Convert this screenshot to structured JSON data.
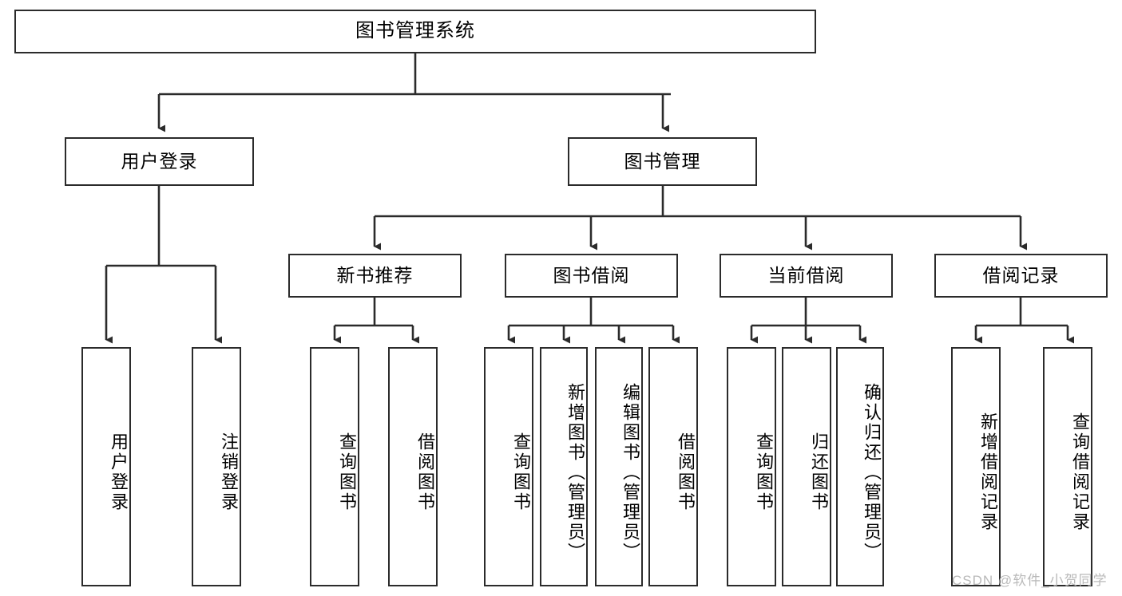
{
  "diagram": {
    "title": "图书管理系统",
    "type": "tree-hierarchy",
    "stroke_color": "#2b2b2b",
    "background_color": "#ffffff",
    "root": {
      "label": "图书管理系统"
    },
    "level2": [
      {
        "id": "user-login",
        "label": "用户登录"
      },
      {
        "id": "book-management",
        "label": "图书管理"
      }
    ],
    "level3": [
      {
        "id": "new-book-recommend",
        "label": "新书推荐",
        "parent": "book-management"
      },
      {
        "id": "book-borrow",
        "label": "图书借阅",
        "parent": "book-management"
      },
      {
        "id": "current-borrow",
        "label": "当前借阅",
        "parent": "book-management"
      },
      {
        "id": "borrow-record",
        "label": "借阅记录",
        "parent": "book-management"
      }
    ],
    "leaves": {
      "user-login": [
        {
          "id": "leaf-user-login",
          "label": "用户登录"
        },
        {
          "id": "leaf-user-logout",
          "label": "注销登录"
        }
      ],
      "new-book-recommend": [
        {
          "id": "leaf-query-book-1",
          "label": "查询图书"
        },
        {
          "id": "leaf-borrow-book-1",
          "label": "借阅图书"
        }
      ],
      "book-borrow": [
        {
          "id": "leaf-query-book-2",
          "label": "查询图书"
        },
        {
          "id": "leaf-add-book",
          "label": "新增图书（管理员）"
        },
        {
          "id": "leaf-edit-book",
          "label": "编辑图书（管理员）"
        },
        {
          "id": "leaf-borrow-book-2",
          "label": "借阅图书"
        }
      ],
      "current-borrow": [
        {
          "id": "leaf-query-book-3",
          "label": "查询图书"
        },
        {
          "id": "leaf-return-book",
          "label": "归还图书"
        },
        {
          "id": "leaf-confirm-return",
          "label": "确认归还（管理员）"
        }
      ],
      "borrow-record": [
        {
          "id": "leaf-add-record",
          "label": "新增借阅记录"
        },
        {
          "id": "leaf-query-record",
          "label": "查询借阅记录"
        }
      ]
    }
  },
  "watermark": {
    "text": "CSDN @软件_小贺同学"
  }
}
